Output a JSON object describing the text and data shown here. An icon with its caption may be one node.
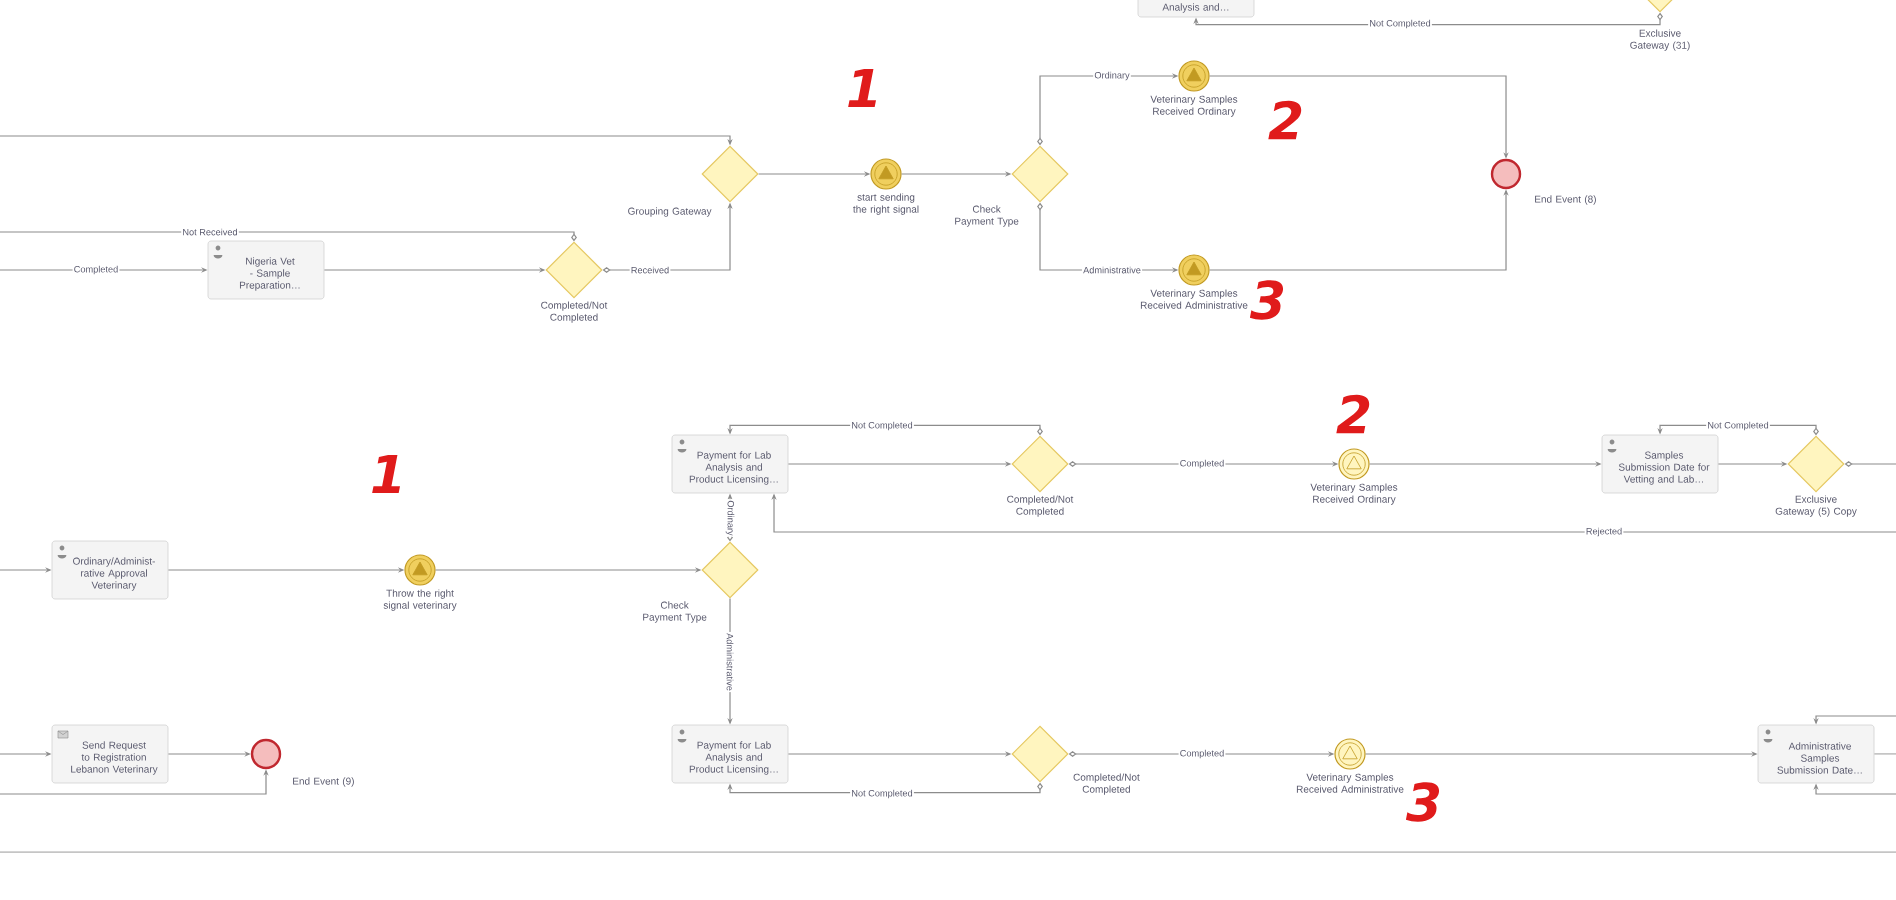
{
  "diagram": {
    "nodes": [
      {
        "text": [
          "Analysis and…"
        ]
      },
      {
        "text": [
          "Exclusive Gateway (31)"
        ]
      },
      {
        "text": [
          "Grouping Gateway"
        ]
      },
      {
        "text": [
          "start sending the right signal"
        ]
      },
      {
        "text": [
          "Check Payment Type"
        ]
      },
      {
        "text": [
          "Veterinary Samples Received Ordinary"
        ]
      },
      {
        "text": [
          "Veterinary Samples Received Administrative"
        ]
      },
      {
        "text": [
          "End Event (8)"
        ]
      },
      {
        "text": [
          "Nigeria Vet - Sample Preparation…"
        ]
      },
      {
        "text": [
          "Completed/Not Completed"
        ]
      },
      {
        "text": [
          "Payment for Lab Analysis and Product Licensing…"
        ]
      },
      {
        "text": [
          "Completed/Not Completed"
        ]
      },
      {
        "text": [
          "Veterinary Samples Received Ordinary"
        ]
      },
      {
        "text": [
          "Samples Submission Date for Vetting and Lab…"
        ]
      },
      {
        "text": [
          "Exclusive Gateway (5) Copy"
        ]
      },
      {
        "text": [
          "Ordinary/Administ-rative Approval Veterinary"
        ]
      },
      {
        "text": [
          "Throw the right signal veterinary"
        ]
      },
      {
        "text": [
          "Check Payment Type"
        ]
      },
      {
        "text": [
          "Payment for Lab Analysis and Product Licensing…"
        ]
      },
      {
        "text": [
          "Completed/Not Completed"
        ]
      },
      {
        "text": [
          "Veterinary Samples Received Administrative"
        ]
      },
      {
        "text": [
          "Administrative Samples Submission Date…"
        ]
      },
      {
        "text": [
          "Send Request to Registration Lebanon Veterinary"
        ]
      },
      {
        "text": [
          "End Event (9)"
        ]
      }
    ],
    "edges": [
      {
        "from": 1,
        "to": 0,
        "arrow": "to",
        "label": "Not Completed"
      },
      {
        "from": null,
        "to": 2,
        "arrow": "to"
      },
      {
        "from": 9,
        "to": null,
        "arrow": "other",
        "label": "Not Received"
      },
      {
        "from": null,
        "to": 8,
        "arrow": "to",
        "label": "Completed"
      },
      {
        "from": 8,
        "to": 9,
        "arrow": "to"
      },
      {
        "from": 9,
        "to": 2,
        "arrow": "to",
        "label": "Received"
      },
      {
        "from": 2,
        "to": 3,
        "arrow": "to"
      },
      {
        "from": 3,
        "to": 4,
        "arrow": "to"
      },
      {
        "from": 4,
        "to": 5,
        "arrow": "to",
        "label": "Ordinary"
      },
      {
        "from": 4,
        "to": 6,
        "arrow": "to",
        "label": "Administrative"
      },
      {
        "from": 5,
        "to": 7,
        "arrow": "to"
      },
      {
        "from": 6,
        "to": 7,
        "arrow": "to"
      },
      {
        "from": 10,
        "to": 11,
        "arrow": "to"
      },
      {
        "from": 11,
        "to": 10,
        "arrow": "to",
        "label": "Not Completed"
      },
      {
        "from": 11,
        "to": 12,
        "arrow": "to",
        "label": "Completed"
      },
      {
        "from": 12,
        "to": 13,
        "arrow": "to"
      },
      {
        "from": 13,
        "to": 14,
        "arrow": "to"
      },
      {
        "from": 14,
        "to": 13,
        "arrow": "to",
        "label": "Not Completed"
      },
      {
        "from": 14,
        "to": null,
        "arrow": "other"
      },
      {
        "from": null,
        "to": 10,
        "arrow": "to",
        "label": "Rejected"
      },
      {
        "from": null,
        "to": 15,
        "arrow": "to"
      },
      {
        "from": 15,
        "to": 16,
        "arrow": "to"
      },
      {
        "from": 16,
        "to": 17,
        "arrow": "to"
      },
      {
        "from": 17,
        "to": 10,
        "arrow": "to",
        "label": "Ordinary"
      },
      {
        "from": 17,
        "to": 18,
        "arrow": "to",
        "label": "Administrative"
      },
      {
        "from": null,
        "to": 22,
        "arrow": "to"
      },
      {
        "from": 22,
        "to": 23,
        "arrow": "to"
      },
      {
        "from": null,
        "to": 23,
        "arrow": "to"
      },
      {
        "from": 18,
        "to": 19,
        "arrow": "to"
      },
      {
        "from": 19,
        "to": 18,
        "arrow": "to",
        "label": "Not Completed"
      },
      {
        "from": 19,
        "to": 20,
        "arrow": "to",
        "label": "Completed"
      },
      {
        "from": 20,
        "to": 21,
        "arrow": "to"
      },
      {
        "from": null,
        "to": 21,
        "arrow": "to"
      },
      {
        "from": 21,
        "to": null,
        "arrow": "none"
      },
      {
        "from": null,
        "to": 21,
        "arrow": "to"
      }
    ],
    "labels": [
      "1",
      "2",
      "3",
      "2",
      "1",
      "3"
    ]
  }
}
